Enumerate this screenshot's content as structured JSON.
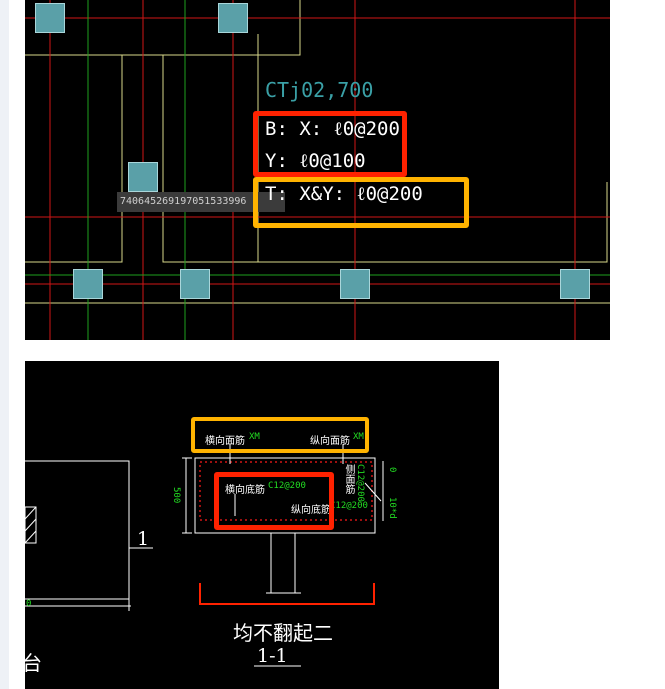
{
  "colors": {
    "cad_background": "#000000",
    "red_line": "#d01616",
    "yellow_line": "#d8d88a",
    "green_line": "#1ea01e",
    "cyan_text": "#3aa0a6",
    "white_text": "#ffffff",
    "highlight_red": "#ff2200",
    "highlight_orange": "#ffb300",
    "column_fill": "#5aa0a8"
  },
  "top_panel": {
    "label_ct": "CTj02,700",
    "bottom_x": "B: X:   ℓ0@200",
    "bottom_y": "Y:      ℓ0@100",
    "top_xy": "T: X&Y:   ℓ0@200",
    "tooltip": "740645269197051533996"
  },
  "bottom_panel": {
    "transverse_top_rebar": "横向面筋",
    "transverse_top_spec": "XM",
    "longitudinal_top_rebar": "纵向面筋",
    "longitudinal_top_spec": "XM",
    "transverse_bottom_rebar": "横向底筋",
    "transverse_bottom_spec": "C12@200",
    "longitudinal_bottom_rebar": "纵向底筋",
    "longitudinal_bottom_spec": "C12@200",
    "side_rebar": "侧面筋",
    "side_spec": "C12@200",
    "dim_height": "500",
    "dim_top": "0",
    "dim_bottom": "10*d",
    "left_dim": "0",
    "section_mark": "1",
    "caption_main": "均不翻起二",
    "caption_section": "1-1",
    "left_char": "台"
  }
}
